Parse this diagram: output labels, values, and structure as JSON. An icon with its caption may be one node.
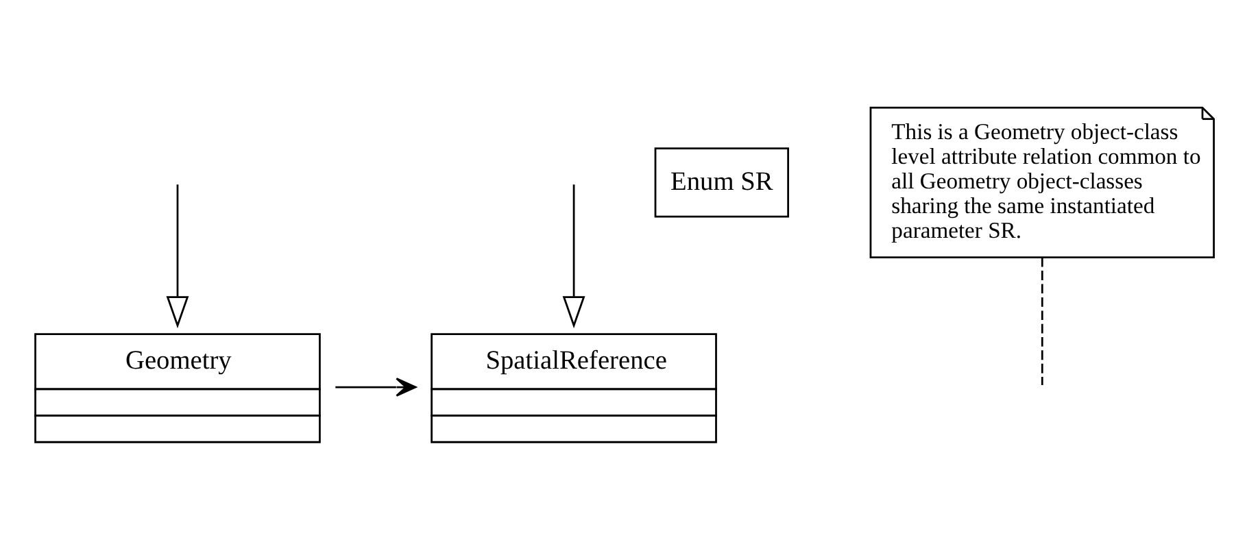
{
  "diagram": {
    "nodes": [
      {
        "text": [
          "Geometry"
        ]
      },
      {
        "text": [
          "Enum SR"
        ]
      },
      {
        "text": [
          "SpatialReference"
        ]
      },
      {
        "text": [
          "This is a Geometry object-class level attribute relation common to all Geometry object-classes sharing the same instantiated parameter SR."
        ]
      }
    ],
    "edges": [
      {
        "from": 0,
        "to": 2,
        "arrow": "to"
      },
      {
        "from": 3,
        "to": null,
        "arrow": "none",
        "style": "dashed"
      },
      {
        "from": null,
        "to": 0,
        "arrow": "to"
      },
      {
        "from": null,
        "to": 2,
        "arrow": "to"
      }
    ]
  }
}
